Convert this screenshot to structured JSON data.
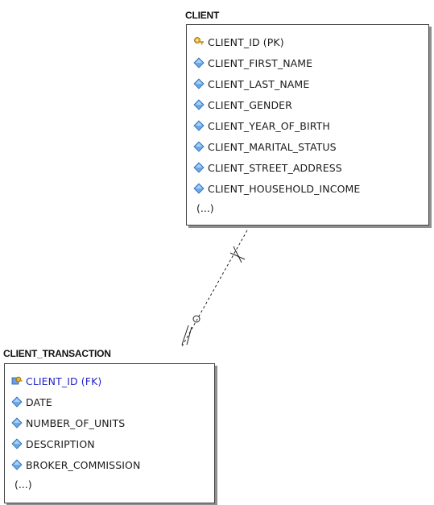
{
  "entities": {
    "client": {
      "title": "CLIENT",
      "attributes": [
        {
          "label": "CLIENT_ID (PK)",
          "icon": "key-icon",
          "kind": "pk"
        },
        {
          "label": "CLIENT_FIRST_NAME",
          "icon": "attribute-icon",
          "kind": "attr"
        },
        {
          "label": "CLIENT_LAST_NAME",
          "icon": "attribute-icon",
          "kind": "attr"
        },
        {
          "label": "CLIENT_GENDER",
          "icon": "attribute-icon",
          "kind": "attr"
        },
        {
          "label": "CLIENT_YEAR_OF_BIRTH",
          "icon": "attribute-icon",
          "kind": "attr"
        },
        {
          "label": "CLIENT_MARITAL_STATUS",
          "icon": "attribute-icon",
          "kind": "attr"
        },
        {
          "label": "CLIENT_STREET_ADDRESS",
          "icon": "attribute-icon",
          "kind": "attr"
        },
        {
          "label": "CLIENT_HOUSEHOLD_INCOME",
          "icon": "attribute-icon",
          "kind": "attr"
        }
      ],
      "more": "(...)"
    },
    "client_transaction": {
      "title": "CLIENT_TRANSACTION",
      "attributes": [
        {
          "label": "CLIENT_ID (FK)",
          "icon": "foreign-key-icon",
          "kind": "fk"
        },
        {
          "label": "DATE",
          "icon": "attribute-icon",
          "kind": "attr"
        },
        {
          "label": "NUMBER_OF_UNITS",
          "icon": "attribute-icon",
          "kind": "attr"
        },
        {
          "label": "DESCRIPTION",
          "icon": "attribute-icon",
          "kind": "attr"
        },
        {
          "label": "BROKER_COMMISSION",
          "icon": "attribute-icon",
          "kind": "attr"
        }
      ],
      "more": "(...)"
    }
  },
  "relationship": {
    "from": "CLIENT",
    "to": "CLIENT_TRANSACTION",
    "style": "dashed",
    "from_end": "one",
    "to_end": "zero-or-many"
  },
  "colors": {
    "border": "#444444",
    "shadow": "#8f8f8f",
    "fk_text": "#2323c8",
    "attribute_icon": "#5a9ad8",
    "key_icon": "#e0a21a"
  }
}
